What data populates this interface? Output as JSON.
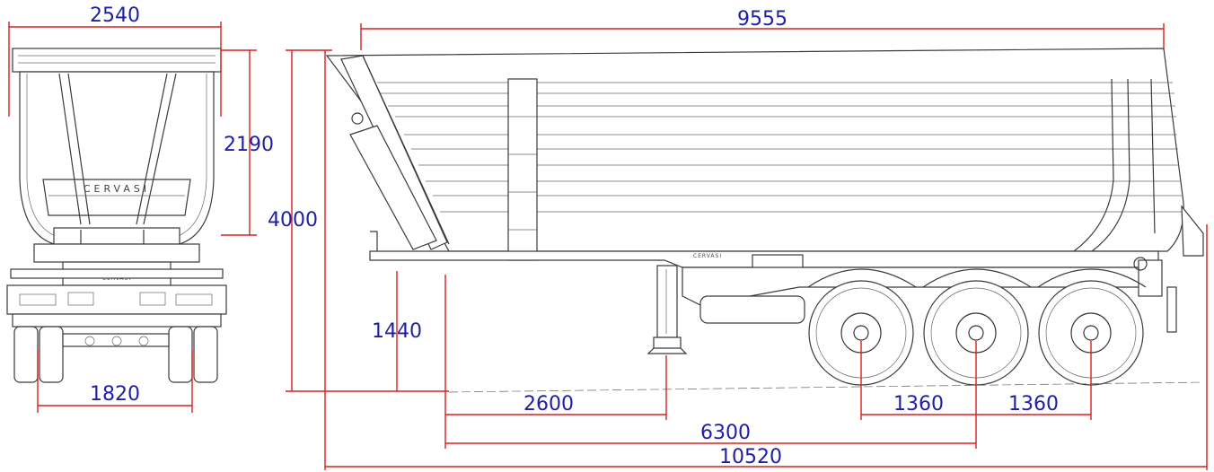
{
  "brand": {
    "front_label": "CERVASI",
    "bumper_label": "CERVASI",
    "side_label": "CERVASI"
  },
  "dimensions": {
    "front_width": "2540",
    "body_height": "2190",
    "total_height": "4000",
    "coupling_height": "1440",
    "track_width": "1820",
    "body_length": "9555",
    "king_to_landing": "2600",
    "axle_spacing_1": "1360",
    "axle_spacing_2": "1360",
    "king_to_mid_axle": "6300",
    "total_length": "10520"
  },
  "colors": {
    "dimension_line": "#d62020",
    "dimension_text": "#1f1fa6",
    "drawing_line": "#3a3a3a"
  }
}
